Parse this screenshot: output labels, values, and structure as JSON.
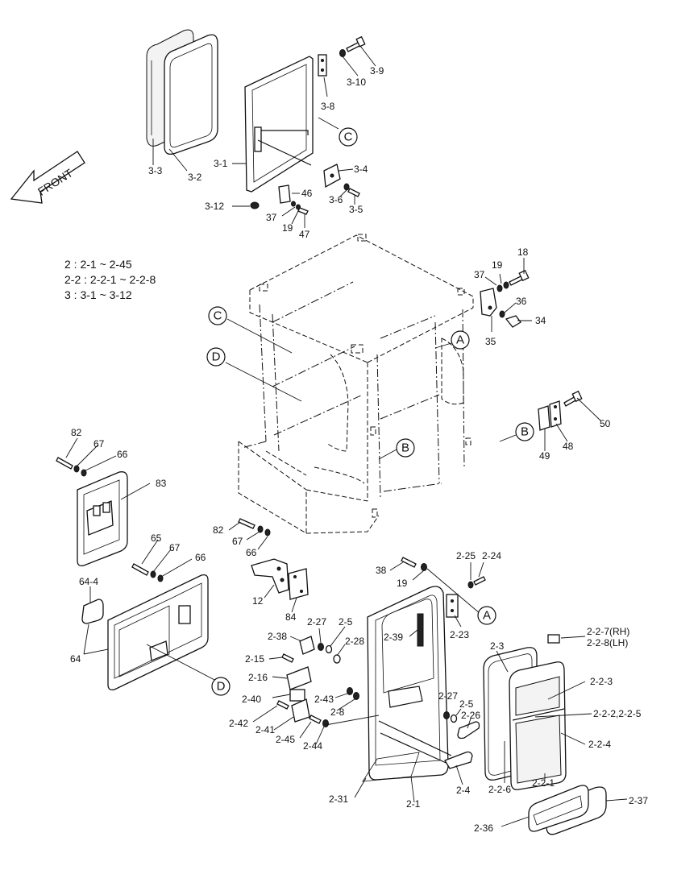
{
  "legend": {
    "line1": "2 : 2-1 ~ 2-45",
    "line2": "2-2 : 2-2-1 ~ 2-2-8",
    "line3": "3 : 3-1 ~ 3-12"
  },
  "front_label": "FRONT",
  "callouts": {
    "A1": "A",
    "A2": "A",
    "B1": "B",
    "B2": "B",
    "C1": "C",
    "C2": "C",
    "D1": "D",
    "D2": "D"
  },
  "labels": {
    "p3_9": "3-9",
    "p3_10": "3-10",
    "p3_8": "3-8",
    "p3_3": "3-3",
    "p3_2": "3-2",
    "p3_1": "3-1",
    "p3_4": "3-4",
    "p3_6": "3-6",
    "p3_5": "3-5",
    "p3_12": "3-12",
    "p46": "46",
    "p37a": "37",
    "p19a": "19",
    "p47": "47",
    "p18": "18",
    "p19b": "19",
    "p37b": "37",
    "p36": "36",
    "p34": "34",
    "p35": "35",
    "p50": "50",
    "p48": "48",
    "p49": "49",
    "p82a": "82",
    "p67a": "67",
    "p66a": "66",
    "p83": "83",
    "p82b": "82",
    "p67b": "67",
    "p66b": "66",
    "p84": "84",
    "p12": "12",
    "p65": "65",
    "p67c": "67",
    "p66c": "66",
    "p64_4": "64-4",
    "p64": "64",
    "p38": "38",
    "p19c": "19",
    "p2_25": "2-25",
    "p2_24": "2-24",
    "p2_23": "2-23",
    "p2_39": "2-39",
    "p2_27a": "2-27",
    "p2_5a": "2-5",
    "p2_38": "2-38",
    "p2_28": "2-28",
    "p2_15": "2-15",
    "p2_16": "2-16",
    "p2_40": "2-40",
    "p2_43": "2-43",
    "p2_8": "2-8",
    "p2_42": "2-42",
    "p2_41": "2-41",
    "p2_45": "2-45",
    "p2_44": "2-44",
    "p2_27b": "2-27",
    "p2_5b": "2-5",
    "p2_26": "2-26",
    "p2_4": "2-4",
    "p2_31": "2-31",
    "p2_1": "2-1",
    "p2_3": "2-3",
    "p2_2_7": "2-2-7(RH)",
    "p2_2_8": "2-2-8(LH)",
    "p2_2_3": "2-2-3",
    "p2_2_2": "2-2-2,2-2-5",
    "p2_2_4": "2-2-4",
    "p2_2_6": "2-2-6",
    "p2_2_1": "2-2-1",
    "p2_37": "2-37",
    "p2_36": "2-36"
  }
}
